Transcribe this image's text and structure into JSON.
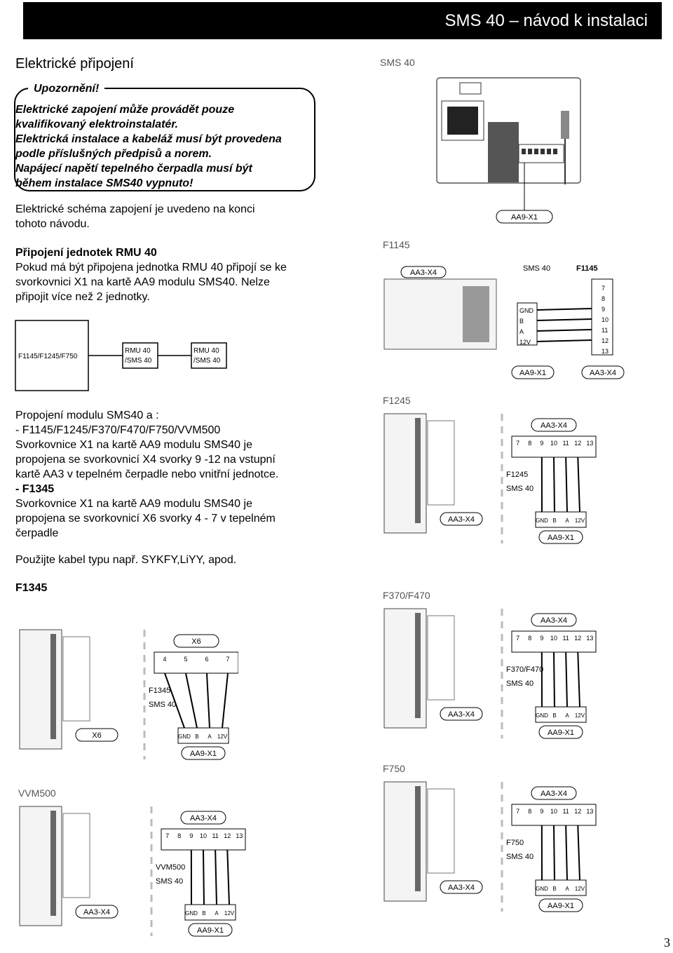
{
  "header": {
    "title": "SMS 40 – návod k instalaci"
  },
  "section": {
    "title": "Elektrické připojení",
    "warning_title": "Upozornění!",
    "warning_lines": [
      "Elektrické zapojení může provádět pouze",
      "kvalifikovaný elektroinstalatér.",
      "Elektrická instalace a kabeláž musí být provedena",
      "podle příslušných předpisů a norem.",
      "Napájecí napětí tepelného čerpadla musí být",
      "během instalace SMS40  vypnuto!"
    ],
    "schema_note": [
      "Elektrické schéma zapojení je uvedeno na konci",
      "tohoto návodu."
    ],
    "rmu_title": "Připojení  jednotek RMU 40",
    "rmu_text": [
      "Pokud má být připojena jednotka RMU 40 připojí se ke",
      "svorkovnici X1 na kartě AA9 modulu SMS40. Nelze",
      "připojit více než 2 jednotky."
    ],
    "modules_title": "Propojení modulu SMS40 a :",
    "modules_item1": "- F1145/F1245/F370/F470/F750/VVM500",
    "modules_text1": [
      "Svorkovnice X1 na kartě AA9 modulu SMS40 je",
      "propojena se svorkovnicí X4 svorky 9 -12 na vstupní",
      "kartě AA3 v tepelném čerpadle nebo vnitřní jednotce."
    ],
    "modules_item2": "- F1345",
    "modules_text2": [
      "Svorkovnice X1 na kartě AA9 modulu SMS40 je",
      "propojena se svorkovnicí X6 svorky 4 - 7 v tepelném",
      "čerpadle"
    ],
    "cable_note": "Použijte kabel typu např. SYKFY,LiYY, apod.",
    "f1345_heading": "F1345"
  },
  "chain_diagram": {
    "box1": "F1145/F1245/F750",
    "box2": [
      "RMU 40",
      "/SMS 40"
    ],
    "box3": [
      "RMU 40",
      "/SMS 40"
    ]
  },
  "figures": {
    "sms40_board": {
      "label": "SMS 40",
      "connector": "AA9-X1"
    },
    "f1145": {
      "label": "F1145",
      "card": "AA3-X4",
      "col1": "SMS 40",
      "col2": "F1145",
      "left_pins": [
        "GND",
        "B",
        "A",
        "12V"
      ],
      "right_pins": [
        "7",
        "8",
        "9",
        "10",
        "11",
        "12",
        "13"
      ],
      "bottom_left": "AA9-X1",
      "bottom_right": "AA3-X4"
    },
    "f1245": {
      "label": "F1245",
      "card": "AA3-X4",
      "top": "AA3-X4",
      "pins": [
        "7",
        "8",
        "9",
        "10",
        "11",
        "12",
        "13"
      ],
      "row1": "F1245",
      "row2": "SMS 40",
      "bottom_pins": [
        "GND",
        "B",
        "A",
        "12V"
      ],
      "bottom": "AA9-X1"
    },
    "f1345": {
      "card": "X6",
      "top": "X6",
      "pins": [
        "4",
        "5",
        "6",
        "7"
      ],
      "row1": "F1345",
      "row2": "SMS 40",
      "bottom_pins": [
        "GND",
        "B",
        "A",
        "12V"
      ],
      "bottom": "AA9-X1"
    },
    "f370": {
      "label": "F370/F470",
      "card": "AA3-X4",
      "top": "AA3-X4",
      "pins": [
        "7",
        "8",
        "9",
        "10",
        "11",
        "12",
        "13"
      ],
      "row1": "F370/F470",
      "row2": "SMS 40",
      "bottom_pins": [
        "GND",
        "B",
        "A",
        "12V"
      ],
      "bottom": "AA9-X1"
    },
    "f750": {
      "label": "F750",
      "card": "AA3-X4",
      "top": "AA3-X4",
      "pins": [
        "7",
        "8",
        "9",
        "10",
        "11",
        "12",
        "13"
      ],
      "row1": "F750",
      "row2": "SMS 40",
      "bottom_pins": [
        "GND",
        "B",
        "A",
        "12V"
      ],
      "bottom": "AA9-X1"
    },
    "vvm500": {
      "label": "VVM500",
      "card": "AA3-X4",
      "top": "AA3-X4",
      "pins": [
        "7",
        "8",
        "9",
        "10",
        "11",
        "12",
        "13"
      ],
      "row1": "VVM500",
      "row2": "SMS 40",
      "bottom_pins": [
        "GND",
        "B",
        "A",
        "12V"
      ],
      "bottom": "AA9-X1"
    }
  },
  "page_number": "3",
  "colors": {
    "header_bg": "#000000",
    "header_text": "#ffffff",
    "wire": "#000000",
    "dash": "#bbbbbb"
  }
}
